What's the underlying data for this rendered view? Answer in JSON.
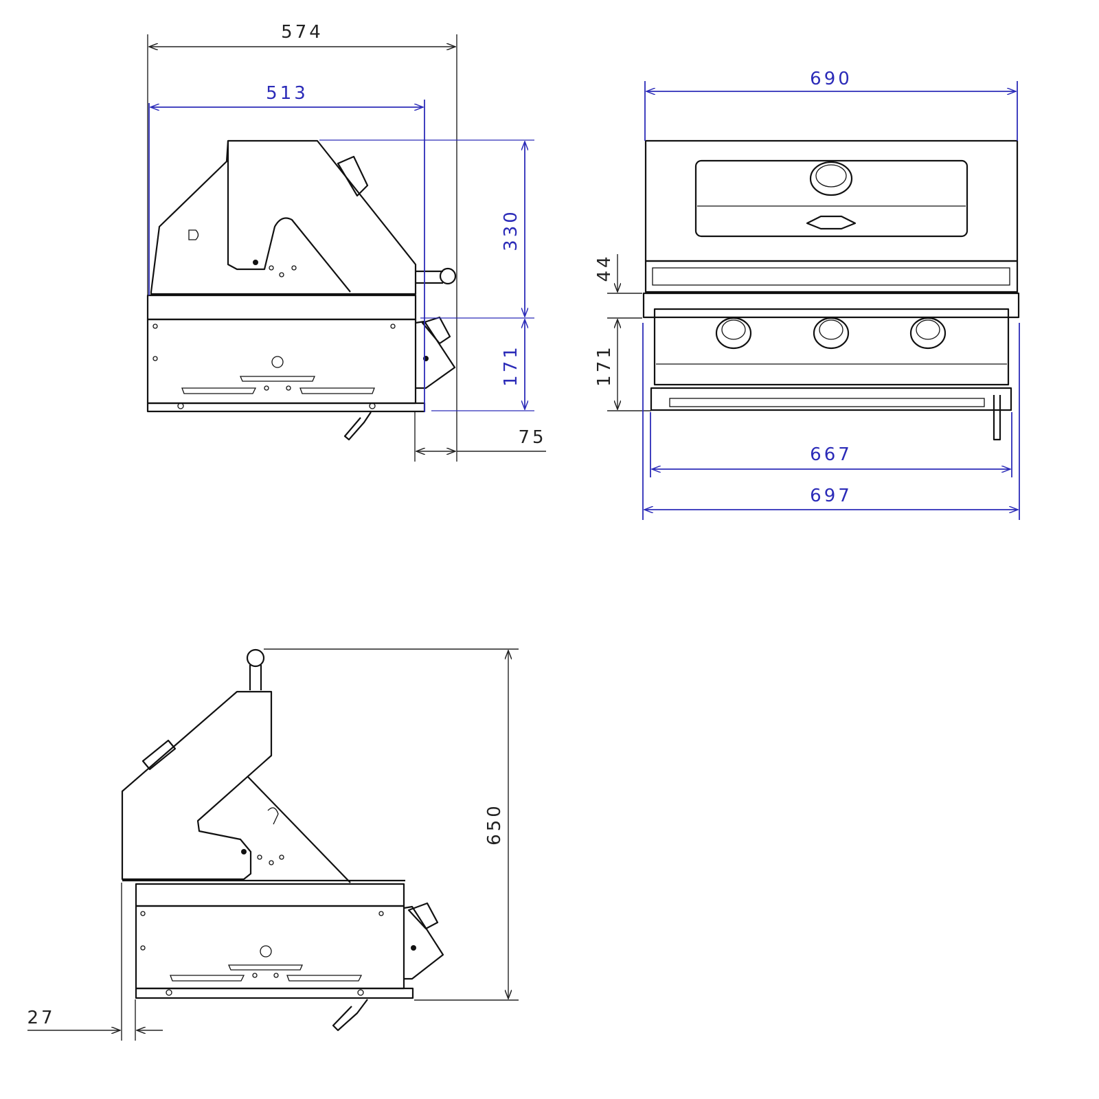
{
  "dimensions": {
    "side_top": {
      "overall_depth": "574",
      "body_depth": "513",
      "hood_height": "330",
      "base_height": "171",
      "knob_projection": "75"
    },
    "front": {
      "width_top": "690",
      "lip_height": "44",
      "base_height": "171",
      "width_inner": "667",
      "width_overall": "697"
    },
    "side_open": {
      "total_height": "650",
      "offset": "27"
    }
  },
  "colors": {
    "dimension_blue": "#2b2bb8",
    "line_black": "#111111"
  }
}
